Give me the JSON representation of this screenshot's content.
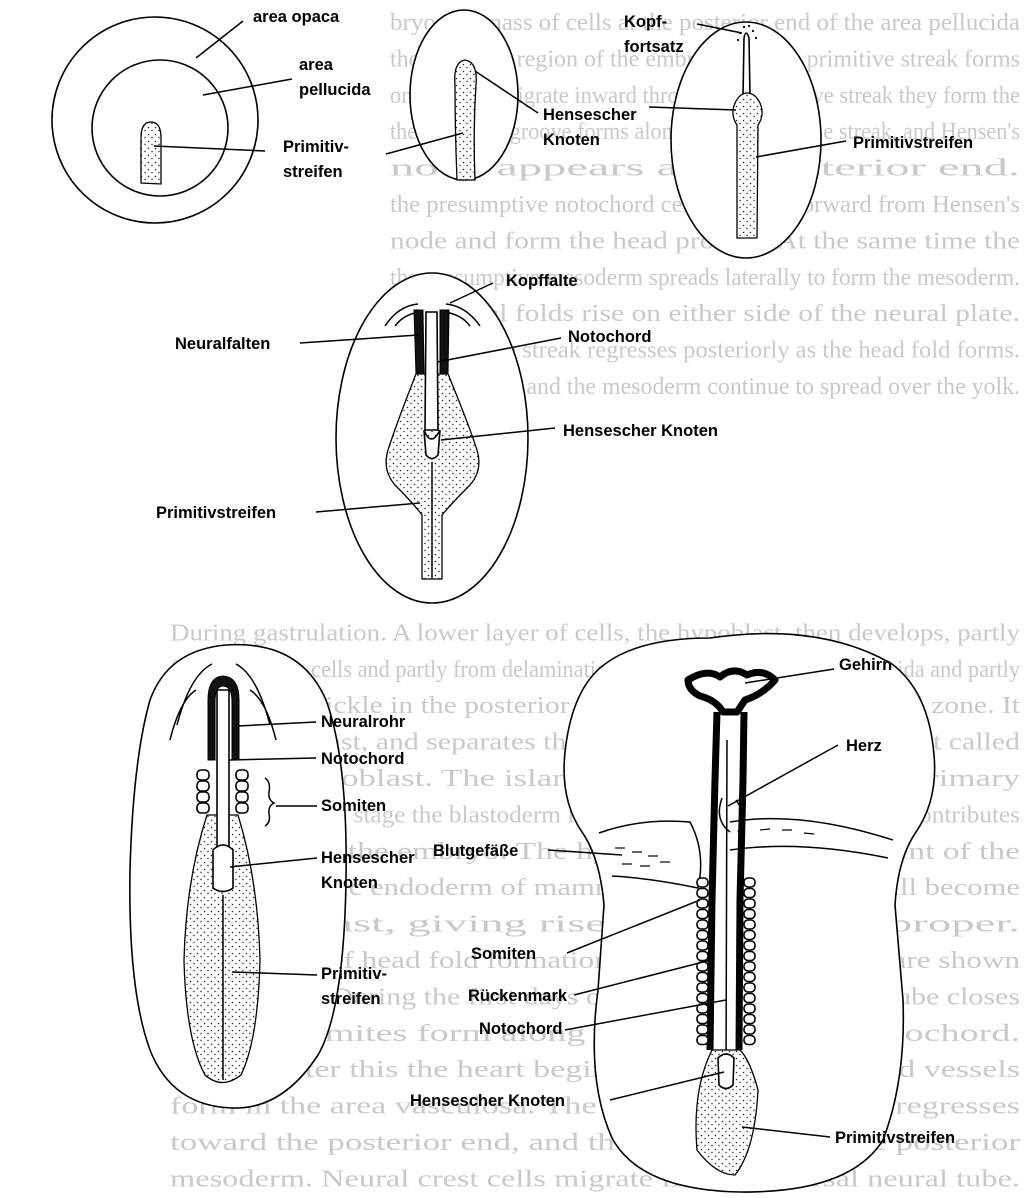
{
  "background_text": [
    "bryo is a mass of cells at the posterior end of the area pellucida",
    "the posterior region of the embryo, and the primitive streak forms",
    "on. As cells migrate inward through the primitive streak they form the",
    "the primitive groove forms along the center of the streak, and Hensen's",
    "node appears at the anterior end.",
    "the presumptive notochord cells migrate forward from Hensen's",
    "node and form the head process. At the same time the",
    "the presumptive mesoderm spreads laterally to form the mesoderm.",
    "the neural folds rise on either side of the neural plate.",
    "the primitive streak regresses posteriorly as the head fold forms.",
    "the endoderm and the mesoderm continue to spread over the yolk.",
    "During gastrulation. A lower layer of cells, the hypoblast, then develops, partly",
    "from migrating cells and partly from delamination of cells all over the area pellucida and partly",
    "the Koller's sickle in the posterior part of the posterior marginal zone. It",
    "to the hypoblast, and separates the islands of cells of the epiblast called",
    "primary hypoblast. The islands are sometimes called primary",
    "hypoblast. At this stage the blastoderm is called an epiblast. The epiblast contributes",
    "most cells to the embryo. The hypoblast is the equivalent of the",
    "extraembryonic endoderm of mammals. The upper layer will become",
    "the epiblast, giving rise to the embryo proper.",
    "Later stages of head fold formation and somite formation are shown",
    "in the figure. During the first days of the embryo the neural tube closes",
    "and the somites form along both sides of the notochord.",
    "Shortly after this the heart begins to beat and the blood vessels",
    "form in the area vasculosa. The primitive streak then regresses",
    "toward the posterior end, and the tail bud forms the posterior",
    "mesoderm. Neural crest cells migrate from the dorsal neural tube."
  ],
  "labels": {
    "area_opaca": "area opaca",
    "area": "area",
    "pellucida": "pellucida",
    "primitiv_1a": "Primitiv-",
    "streifen_1a": "streifen",
    "hensescher_1": "Hensescher",
    "knoten_1": "Knoten",
    "kopf": "Kopf-",
    "fortsatz": "fortsatz",
    "primitivstreifen_3": "Primitivstreifen",
    "kopffalte": "Kopffalte",
    "neuralfalten": "Neuralfalten",
    "notochord_4": "Notochord",
    "hensescher_knoten_4": "Hensescher Knoten",
    "primitivstreifen_4": "Primitivstreifen",
    "neuralrohr": "Neuralrohr",
    "notochord_5": "Notochord",
    "somiten_5": "Somiten",
    "hensescher_5": "Hensescher",
    "knoten_5": "Knoten",
    "primitiv_5": "Primitiv-",
    "streifen_5": "streifen",
    "gehirn": "Gehirn",
    "herz": "Herz",
    "blutgefaesse": "Blutgefäße",
    "somiten_6": "Somiten",
    "rueckenmark": "Rückenmark",
    "notochord_6": "Notochord",
    "hensescher_knoten_6": "Hensescher Knoten",
    "primitivstreifen_6": "Primitivstreifen"
  }
}
